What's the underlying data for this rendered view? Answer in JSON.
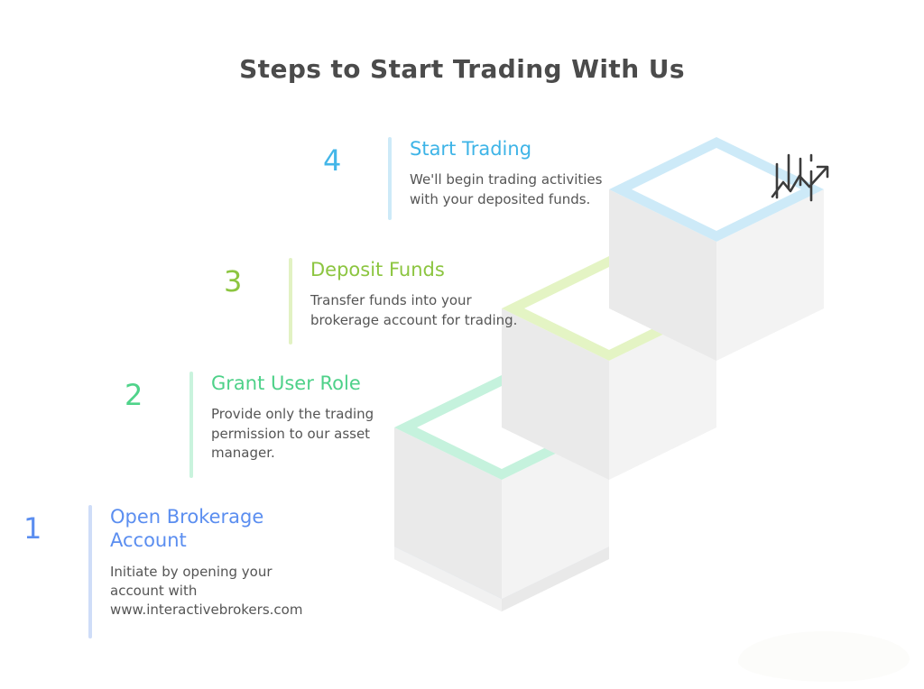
{
  "page": {
    "title": "Steps to Start Trading With Us",
    "background_color": "#ffffff",
    "title_color": "#4b4b4b"
  },
  "steps": [
    {
      "number": "4",
      "heading": "Start Trading",
      "description": "We'll begin trading activities\nwith your deposited funds.",
      "accent_color": "#3eb4e7",
      "bar_color": "#cdeaf8",
      "tile_color": "#cdeaf8",
      "icon": "candlestick-chart-uptrend-icon"
    },
    {
      "number": "3",
      "heading": "Deposit Funds",
      "description": "Transfer funds into your\nbrokerage account for trading.",
      "accent_color": "#8cc540",
      "bar_color": "#e2f2c3",
      "tile_color": "#e4f4c4",
      "icon": "hand-holding-coins-icon"
    },
    {
      "number": "2",
      "heading": "Grant User Role",
      "description": "Provide only the trading\npermission to our asset\nmanager.",
      "accent_color": "#4ed189",
      "bar_color": "#c9f3dd",
      "tile_color": "#c5f2dd",
      "icon": "hand-holding-person-icon"
    },
    {
      "number": "1",
      "heading": "Open Brokerage\nAccount",
      "description": "Initiate by opening your\naccount with\nwww.interactivebrokers.com",
      "accent_color": "#5b8ef0",
      "bar_color": "#cfddf8",
      "tile_color": "#ccdcf7",
      "icon": "person-monitor-dollar-icon"
    }
  ],
  "staircase": {
    "block_side_color": "#e9e9e9",
    "block_side_light_color": "#f2f2f2",
    "block_face_color": "#ffffff",
    "icon_stroke_color": "#3c3c3c"
  }
}
